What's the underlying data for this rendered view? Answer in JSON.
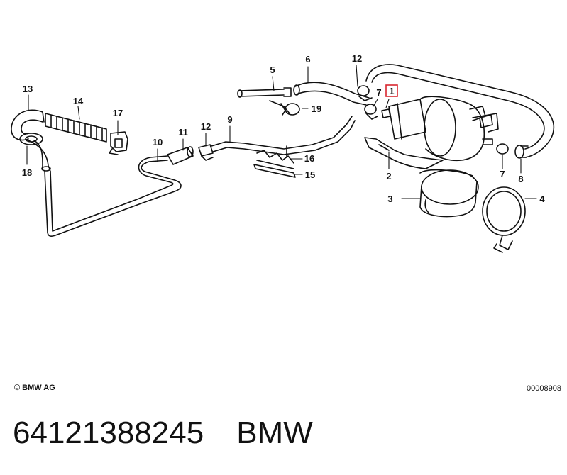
{
  "diagram": {
    "callouts": [
      {
        "id": "callout-1",
        "text": "1",
        "highlighted": true
      },
      {
        "id": "callout-2",
        "text": "2"
      },
      {
        "id": "callout-3",
        "text": "3"
      },
      {
        "id": "callout-4",
        "text": "4"
      },
      {
        "id": "callout-5",
        "text": "5"
      },
      {
        "id": "callout-6",
        "text": "6"
      },
      {
        "id": "callout-7a",
        "text": "7"
      },
      {
        "id": "callout-7b",
        "text": "7"
      },
      {
        "id": "callout-8",
        "text": "8"
      },
      {
        "id": "callout-9",
        "text": "9"
      },
      {
        "id": "callout-10",
        "text": "10"
      },
      {
        "id": "callout-11",
        "text": "11"
      },
      {
        "id": "callout-12a",
        "text": "12"
      },
      {
        "id": "callout-12b",
        "text": "12"
      },
      {
        "id": "callout-13",
        "text": "13"
      },
      {
        "id": "callout-14",
        "text": "14"
      },
      {
        "id": "callout-15",
        "text": "15"
      },
      {
        "id": "callout-16",
        "text": "16"
      },
      {
        "id": "callout-17",
        "text": "17"
      },
      {
        "id": "callout-18",
        "text": "18"
      },
      {
        "id": "callout-19",
        "text": "19"
      }
    ],
    "highlight_color": "#d9262f",
    "line_color": "#111111"
  },
  "footer": {
    "copyright": "© BMW AG",
    "image_id": "00008908",
    "part_number": "64121388245",
    "brand": "BMW"
  }
}
